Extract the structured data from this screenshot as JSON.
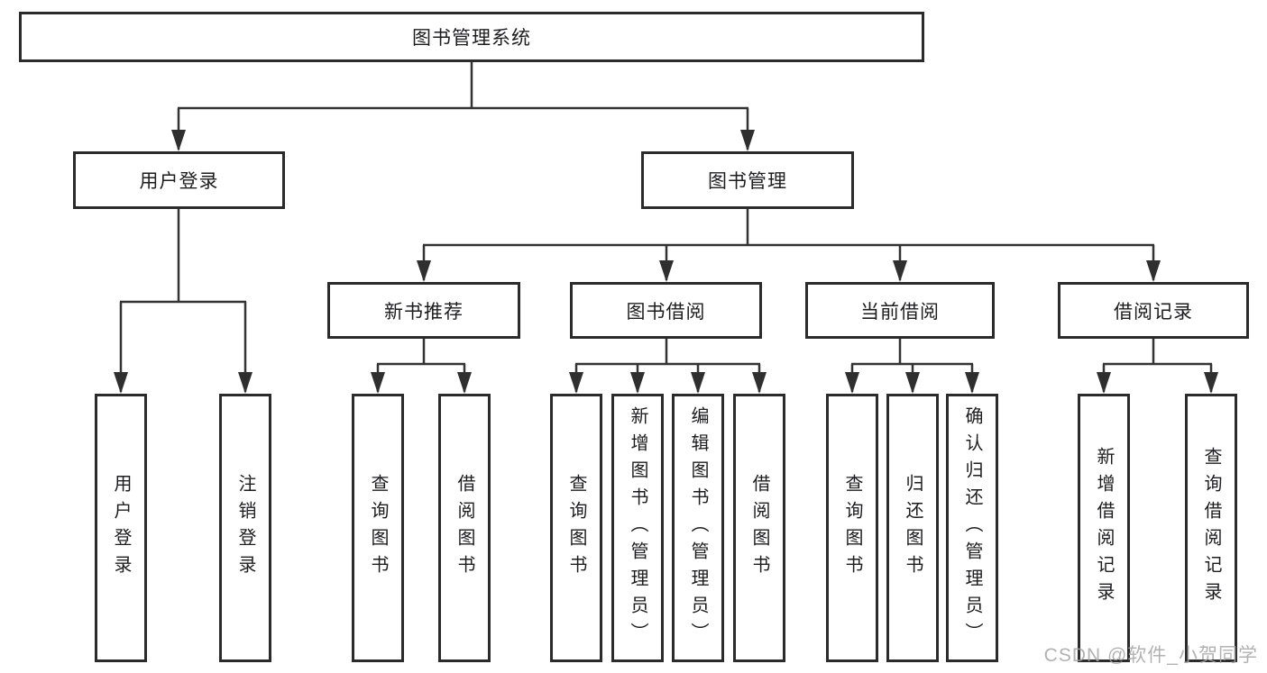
{
  "tree": {
    "root": {
      "label": "图书管理系统"
    },
    "branches": [
      {
        "label": "用户登录",
        "children": [
          {
            "label": "用户登录"
          },
          {
            "label": "注销登录"
          }
        ]
      },
      {
        "label": "图书管理",
        "children": [
          {
            "label": "新书推荐",
            "children": [
              {
                "label": "查询图书"
              },
              {
                "label": "借阅图书"
              }
            ]
          },
          {
            "label": "图书借阅",
            "children": [
              {
                "label": "查询图书"
              },
              {
                "label": "新增图书（管理员）"
              },
              {
                "label": "编辑图书（管理员）"
              },
              {
                "label": "借阅图书"
              }
            ]
          },
          {
            "label": "当前借阅",
            "children": [
              {
                "label": "查询图书"
              },
              {
                "label": "归还图书"
              },
              {
                "label": "确认归还（管理员）"
              }
            ]
          },
          {
            "label": "借阅记录",
            "children": [
              {
                "label": "新增借阅记录"
              },
              {
                "label": "查询借阅记录"
              }
            ]
          }
        ]
      }
    ]
  },
  "watermark": {
    "text": "CSDN @软件_小贺同学"
  },
  "colors": {
    "line": "#333333",
    "box_border": "#2b2b2b",
    "text": "#1d1d1f",
    "background": "#ffffff",
    "watermark": "#a4a4a4"
  }
}
